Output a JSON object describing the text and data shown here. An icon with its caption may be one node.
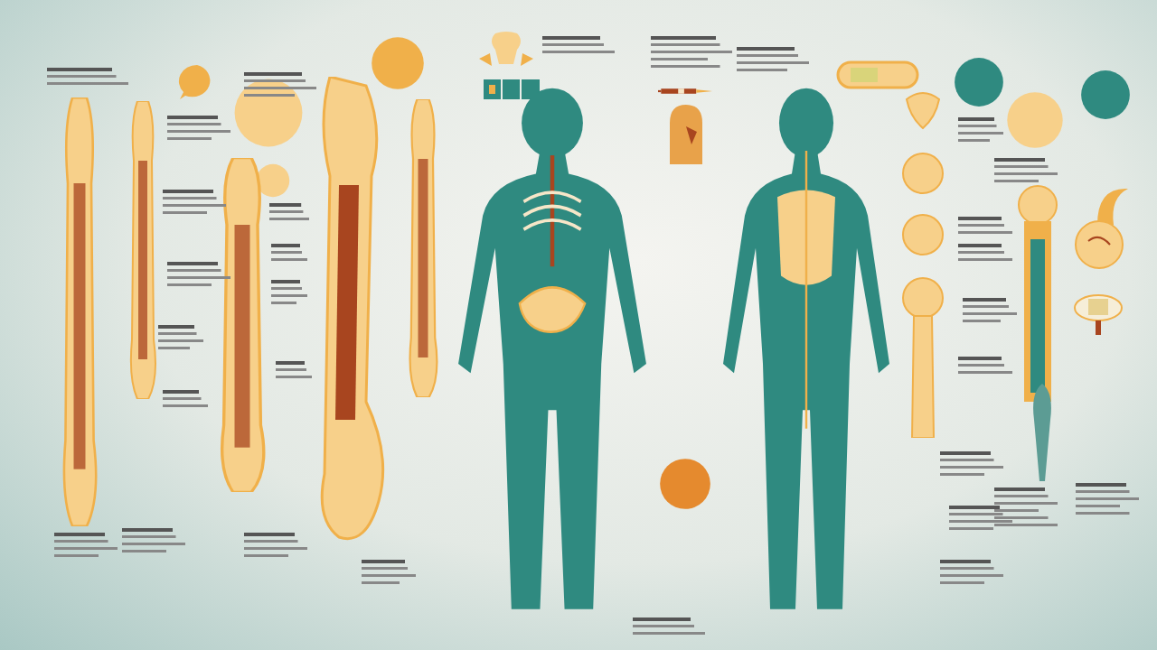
{
  "diagram": {
    "nodes": [
      {
        "text": [],
        "shape": "picture"
      },
      {
        "text": [],
        "shape": "picture"
      },
      {
        "text": [],
        "shape": "picture"
      },
      {
        "text": [],
        "shape": "circle"
      },
      {
        "text": [],
        "shape": "circle"
      },
      {
        "text": [],
        "shape": "picture"
      },
      {
        "text": [],
        "shape": "picture"
      },
      {
        "text": [],
        "shape": "circle"
      },
      {
        "text": [],
        "shape": "picture"
      },
      {
        "text": [],
        "shape": "box"
      },
      {
        "text": [],
        "shape": "picture"
      },
      {
        "text": [],
        "shape": "person"
      },
      {
        "text": [],
        "shape": "person"
      },
      {
        "text": [],
        "shape": "picture"
      },
      {
        "text": [],
        "shape": "picture"
      },
      {
        "text": [],
        "shape": "circle"
      },
      {
        "text": [],
        "shape": "picture"
      },
      {
        "text": [],
        "shape": "picture"
      },
      {
        "text": [],
        "shape": "circle"
      },
      {
        "text": [],
        "shape": "circle"
      },
      {
        "text": [],
        "shape": "circle"
      },
      {
        "text": [],
        "shape": "picture"
      },
      {
        "text": [],
        "shape": "picture"
      },
      {
        "text": [],
        "shape": "picture"
      },
      {
        "text": [],
        "shape": "picture"
      }
    ]
  }
}
